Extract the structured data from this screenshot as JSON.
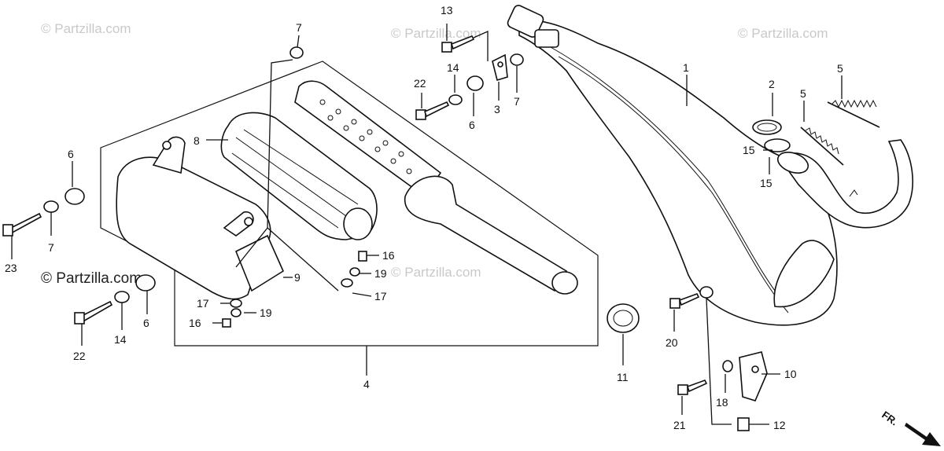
{
  "watermarks": {
    "text": "© Partzilla.com",
    "prominent": "© Partzilla.com"
  },
  "direction_label": "FR.",
  "callouts": {
    "c1": "1",
    "c2": "2",
    "c3": "3",
    "c4": "4",
    "c5a": "5",
    "c5b": "5",
    "c6a": "6",
    "c6b": "6",
    "c6c": "6",
    "c7a": "7",
    "c7b": "7",
    "c7c": "7",
    "c8": "8",
    "c9": "9",
    "c10": "10",
    "c11": "11",
    "c12": "12",
    "c13": "13",
    "c14a": "14",
    "c14b": "14",
    "c15a": "15",
    "c15b": "15",
    "c16a": "16",
    "c16b": "16",
    "c17a": "17",
    "c17b": "17",
    "c18": "18",
    "c19a": "19",
    "c19b": "19",
    "c20": "20",
    "c21": "21",
    "c22a": "22",
    "c22b": "22",
    "c23": "23"
  }
}
